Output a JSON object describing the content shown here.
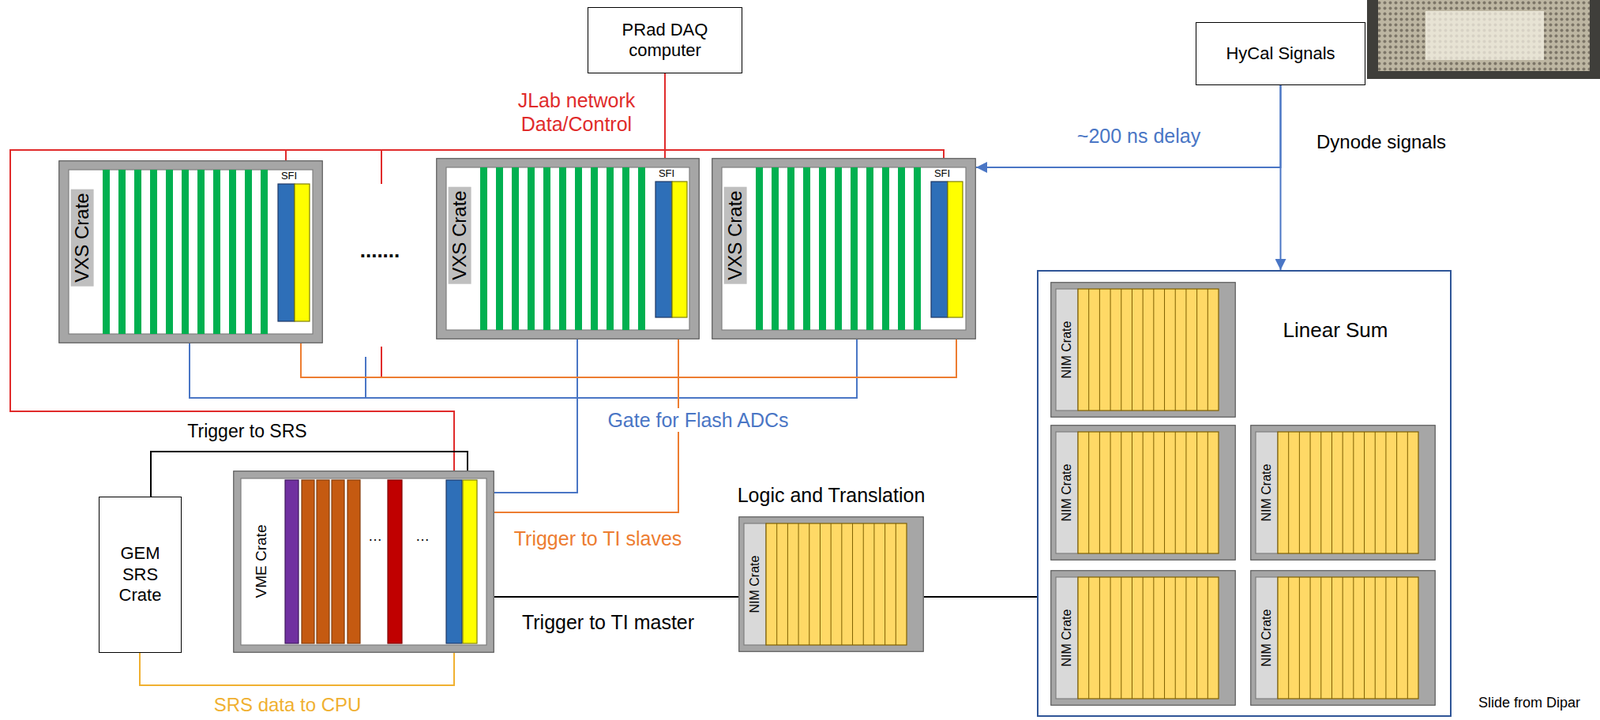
{
  "diagram": {
    "nodes": [
      {
        "text": [
          "PRad DAQ computer"
        ]
      },
      {
        "text": [
          "HyCal Signals"
        ]
      },
      {
        "text": [
          "VXS Crate",
          "SFI"
        ]
      },
      {
        "text": [
          "VXS Crate",
          "SFI"
        ]
      },
      {
        "text": [
          "VXS Crate",
          "SFI"
        ]
      },
      {
        "text": [
          "Linear Sum"
        ]
      },
      {
        "text": [
          "NIM Crate"
        ],
        "in": 5
      },
      {
        "text": [
          "NIM Crate"
        ],
        "in": 5
      },
      {
        "text": [
          "NIM Crate"
        ],
        "in": 5
      },
      {
        "text": [
          "NIM Crate"
        ],
        "in": 5
      },
      {
        "text": [
          "NIM Crate"
        ],
        "in": 5
      },
      {
        "text": [
          "GEM SRS Crate"
        ]
      },
      {
        "text": [
          "VME Crate",
          "…",
          "…"
        ]
      },
      {
        "text": [
          "Logic and Translation",
          "NIM Crate"
        ]
      }
    ],
    "edges": [
      {
        "from": 0,
        "to": 2,
        "arrow": "none"
      },
      {
        "from": 0,
        "to": 3,
        "arrow": "none",
        "label": "JLab network Data/Control"
      },
      {
        "from": 0,
        "to": 4,
        "arrow": "none"
      },
      {
        "from": 0,
        "to": 12,
        "arrow": "none"
      },
      {
        "from": 1,
        "to": 4,
        "arrow": "to",
        "label": "~200 ns delay"
      },
      {
        "from": 1,
        "to": 5,
        "arrow": "to",
        "label": "Dynode signals"
      },
      {
        "from": 12,
        "to": 2,
        "arrow": "none"
      },
      {
        "from": 12,
        "to": 3,
        "arrow": "none",
        "label": "Gate for Flash ADCs"
      },
      {
        "from": 12,
        "to": 4,
        "arrow": "none"
      },
      {
        "from": 12,
        "to": 2,
        "arrow": "none"
      },
      {
        "from": 12,
        "to": 3,
        "arrow": "none",
        "label": "Trigger to TI slaves"
      },
      {
        "from": 12,
        "to": 4,
        "arrow": "none"
      },
      {
        "from": 12,
        "to": 11,
        "arrow": "none",
        "label": "Trigger to SRS"
      },
      {
        "from": 11,
        "to": 12,
        "arrow": "none",
        "label": "SRS data to CPU"
      },
      {
        "from": 5,
        "to": 13,
        "arrow": "none"
      },
      {
        "from": 13,
        "to": 12,
        "arrow": "none",
        "label": "Trigger to TI master"
      }
    ],
    "labels": [
      ".......",
      "Slide from Dipar"
    ]
  }
}
